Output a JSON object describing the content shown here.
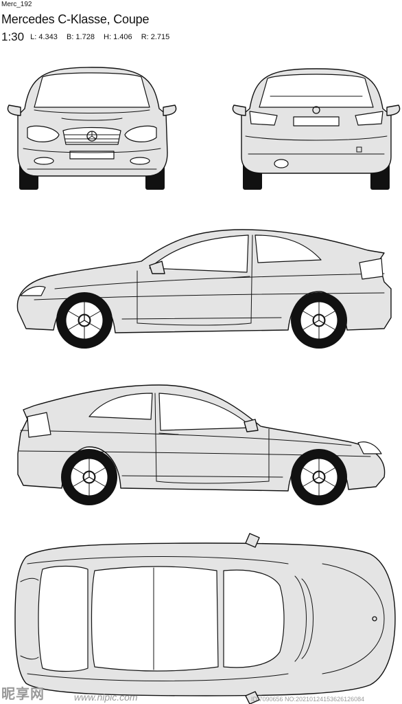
{
  "sheet": {
    "code": "Merc_192",
    "title": "Mercedes C-Klasse, Coupe",
    "scale": "1:30",
    "dims": {
      "length": "L: 4.343",
      "width": "B: 1.728",
      "height": "H: 1.406",
      "wheelbase": "R: 2.715"
    }
  },
  "watermark": {
    "logo": "昵享网",
    "url": "www.nipic.com",
    "id": "ID:7090656 NO:20210124153626126084"
  }
}
